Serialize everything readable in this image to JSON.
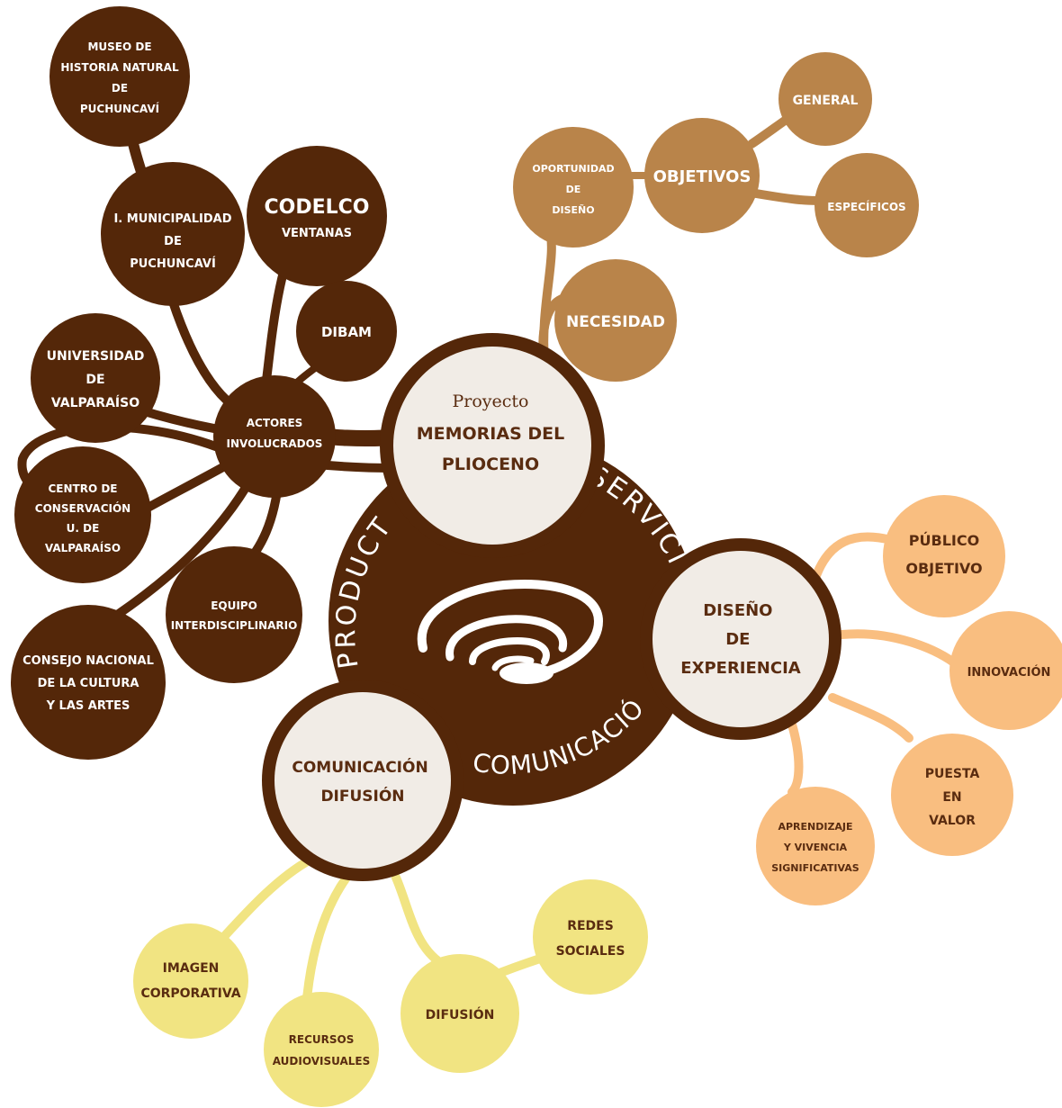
{
  "colors": {
    "dark_brown": "#542709",
    "gold": "#b9844a",
    "peach": "#f9be80",
    "yellow": "#f1e482",
    "center_fill": "#f1ece6",
    "white": "#ffffff"
  },
  "center": {
    "top_label": "Proyecto",
    "title_line1": "MEMORIAS DEL",
    "title_line2": "PLIOCENO"
  },
  "ring_labels": {
    "servicio": "SERVICIO",
    "producto": "PRODUCTO",
    "comunicacion": "COMUNICACIÓN"
  },
  "hub_nodes": {
    "diseno": [
      "DISEÑO",
      "DE",
      "EXPERIENCIA"
    ],
    "comunicacion": [
      "COMUNICACIÓN",
      "DIFUSIÓN"
    ]
  },
  "actors": {
    "hub": [
      "ACTORES",
      "INVOLUCRADOS"
    ],
    "museo": [
      "MUSEO DE",
      "HISTORIA NATURAL",
      "DE",
      "PUCHUNCAVÍ"
    ],
    "municipalidad": [
      "I. MUNICIPALIDAD",
      "DE",
      "PUCHUNCAVÍ"
    ],
    "codelco": [
      "CODELCO",
      "VENTANAS"
    ],
    "dibam": [
      "DIBAM"
    ],
    "universidad": [
      "UNIVERSIDAD",
      "DE",
      "VALPARAÍSO"
    ],
    "centro": [
      "CENTRO DE",
      "CONSERVACIÓN",
      "U. DE",
      "VALPARAÍSO"
    ],
    "consejo": [
      "CONSEJO NACIONAL",
      "DE LA CULTURA",
      "Y LAS ARTES"
    ],
    "equipo": [
      "EQUIPO",
      "INTERDISCIPLINARIO"
    ]
  },
  "need_branch": {
    "necesidad": [
      "NECESIDAD"
    ],
    "oportunidad": [
      "OPORTUNIDAD",
      "DE",
      "DISEÑO"
    ],
    "objetivos": [
      "OBJETIVOS"
    ],
    "general": [
      "GENERAL"
    ],
    "especificos": [
      "ESPECÍFICOS"
    ]
  },
  "experience_branch": {
    "publico": [
      "PÚBLICO",
      "OBJETIVO"
    ],
    "innovacion": [
      "INNOVACIÓN"
    ],
    "puesta": [
      "PUESTA",
      "EN",
      "VALOR"
    ],
    "aprendizaje": [
      "APRENDIZAJE",
      "Y VIVENCIA",
      "SIGNIFICATIVAS"
    ]
  },
  "communication_branch": {
    "imagen": [
      "IMAGEN",
      "CORPORATIVA"
    ],
    "recursos": [
      "RECURSOS",
      "AUDIOVISUALES"
    ],
    "difusion": [
      "DIFUSIÓN"
    ],
    "redes": [
      "REDES",
      "SOCIALES"
    ]
  }
}
